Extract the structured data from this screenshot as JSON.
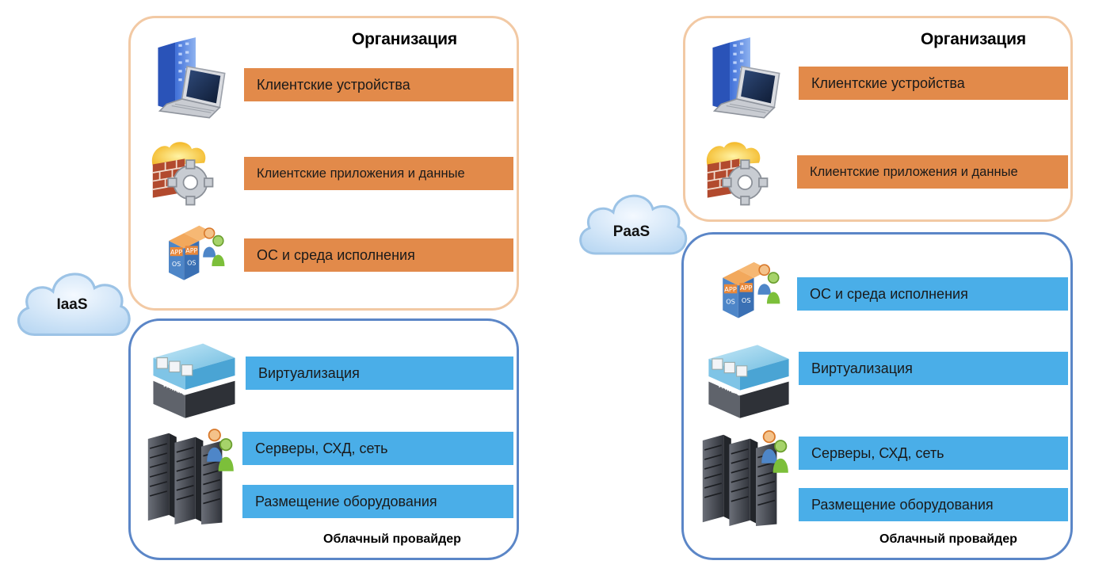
{
  "left": {
    "cloud_label": "IaaS",
    "organization": {
      "title": "Организация",
      "layers": [
        {
          "label": "Клиентские устройства",
          "icon": "building-laptop-icon"
        },
        {
          "label": "Клиентские приложения и данные",
          "icon": "firewall-gear-icon"
        },
        {
          "label": "ОС и среда исполнения",
          "icon": "app-os-users-icon"
        }
      ]
    },
    "provider": {
      "caption": "Облачный провайдер",
      "layers": [
        {
          "label": "Виртуализация",
          "icon": "vmware-server-icon"
        },
        {
          "label": "Серверы, СХД, сеть",
          "icon": "server-rack-users-icon"
        },
        {
          "label": "Размещение оборудования",
          "icon": ""
        }
      ]
    }
  },
  "right": {
    "cloud_label": "PaaS",
    "organization": {
      "title": "Организация",
      "layers": [
        {
          "label": "Клиентские устройства",
          "icon": "building-laptop-icon"
        },
        {
          "label": "Клиентские приложения и данные",
          "icon": "firewall-gear-icon"
        }
      ]
    },
    "provider": {
      "caption": "Облачный провайдер",
      "layers": [
        {
          "label": "ОС и среда исполнения",
          "icon": "app-os-users-icon"
        },
        {
          "label": "Виртуализация",
          "icon": "vmware-server-icon"
        },
        {
          "label": "Серверы, СХД, сеть",
          "icon": "server-rack-users-icon"
        },
        {
          "label": "Размещение оборудования",
          "icon": ""
        }
      ]
    }
  },
  "colors": {
    "org_border": "#f2c9a4",
    "provider_border": "#5b86c7",
    "org_bar": "#e28a4a",
    "provider_bar": "#4aaee8",
    "cloud_fill": "#d9ecfb",
    "cloud_stroke": "#9cc3e6"
  }
}
